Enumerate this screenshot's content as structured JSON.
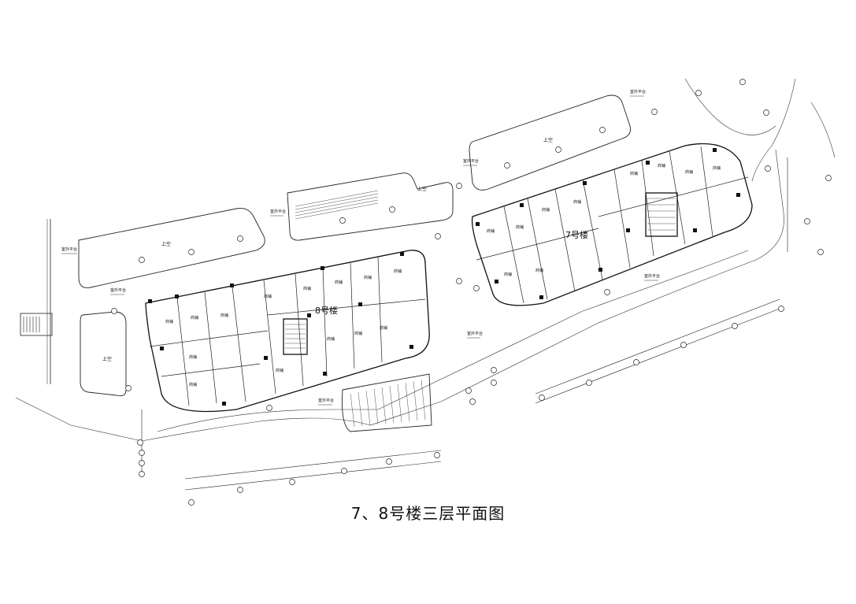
{
  "drawing_title": "7、8号楼三层平面图",
  "buildings": [
    {
      "name": "8号楼"
    },
    {
      "name": "7号楼"
    }
  ],
  "room_labels": [
    "商铺",
    "商铺",
    "商铺",
    "商铺",
    "商铺",
    "商铺",
    "商铺",
    "商铺",
    "商铺",
    "商铺",
    "商铺",
    "商铺",
    "商铺",
    "商铺",
    "商铺",
    "商铺",
    "商铺",
    "商铺",
    "商铺",
    "商铺",
    "商铺",
    "商铺",
    "商铺",
    "商铺"
  ],
  "void_label": "上空",
  "terrace_label": "室外平台"
}
